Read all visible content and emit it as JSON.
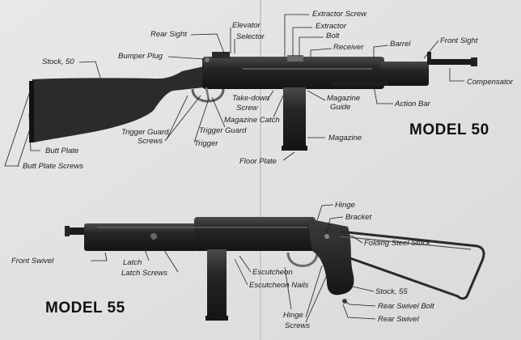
{
  "models": {
    "top": "MODEL 50",
    "bottom": "MODEL 55"
  },
  "labels_model50": {
    "rear_sight": "Rear Sight",
    "elevator": "Elevator",
    "selector": "Selector",
    "extractor_screw": "Extractor Screw",
    "extractor": "Extractor",
    "bolt": "Bolt",
    "receiver": "Receiver",
    "barrel": "Barrel",
    "front_sight": "Front Sight",
    "compensator": "Compensator",
    "stock": "Stock, 50",
    "bumper_plug": "Bumper Plug",
    "take_down_screw_1": "Take-down",
    "take_down_screw_2": "Screw",
    "magazine_guide_1": "Magazine",
    "magazine_guide_2": "Guide",
    "action_bar": "Action Bar",
    "trigger_guard_screws_1": "Trigger Guard",
    "trigger_guard_screws_2": "Screws",
    "magazine_catch": "Magazine Catch",
    "trigger_guard": "Trigger Guard",
    "trigger": "Trigger",
    "magazine": "Magazine",
    "butt_plate": "Butt Plate",
    "butt_plate_screws": "Butt Plate Screws",
    "floor_plate": "Floor Plate"
  },
  "labels_model55": {
    "hinge": "Hinge",
    "bracket": "Bracket",
    "folding_steel_stock": "Folding Steel Stock",
    "front_swivel": "Front Swivel",
    "latch": "Latch",
    "latch_screws": "Latch Screws",
    "escutcheon": "Escutcheon",
    "escutcheon_nails": "Escutcheon Nails",
    "stock": "Stock, 55",
    "rear_swivel_bolt": "Rear Swivel Bolt",
    "rear_swivel": "Rear Swivel",
    "hinge_screws_1": "Hinge",
    "hinge_screws_2": "Screws"
  }
}
